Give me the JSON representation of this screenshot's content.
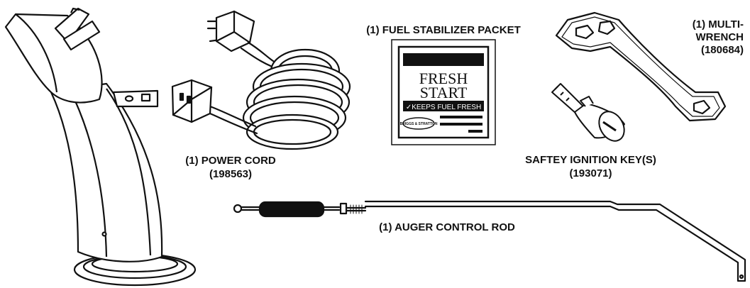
{
  "labels": {
    "fuel_stabilizer": "(1) FUEL STABILIZER PACKET",
    "multi_wrench_line1": "(1) MULTI-",
    "multi_wrench_line2": "WRENCH",
    "multi_wrench_part": "(180684)",
    "power_cord": "(1) POWER CORD",
    "power_cord_part": "(198563)",
    "ignition_key": "SAFTEY IGNITION KEY(S)",
    "ignition_key_part": "(193071)",
    "auger_rod": "(1) AUGER CONTROL ROD"
  },
  "packet": {
    "line1": "FRESH",
    "line2": "START",
    "band": "✓KEEPS FUEL FRESH",
    "logo": "BRIGGS & STRATTON"
  },
  "icons": [
    "discharge-chute-icon",
    "power-cord-icon",
    "fuel-packet-icon",
    "multi-wrench-icon",
    "ignition-key-icon",
    "auger-control-rod-icon"
  ],
  "colors": {
    "ink": "#111111",
    "paper": "#ffffff"
  }
}
